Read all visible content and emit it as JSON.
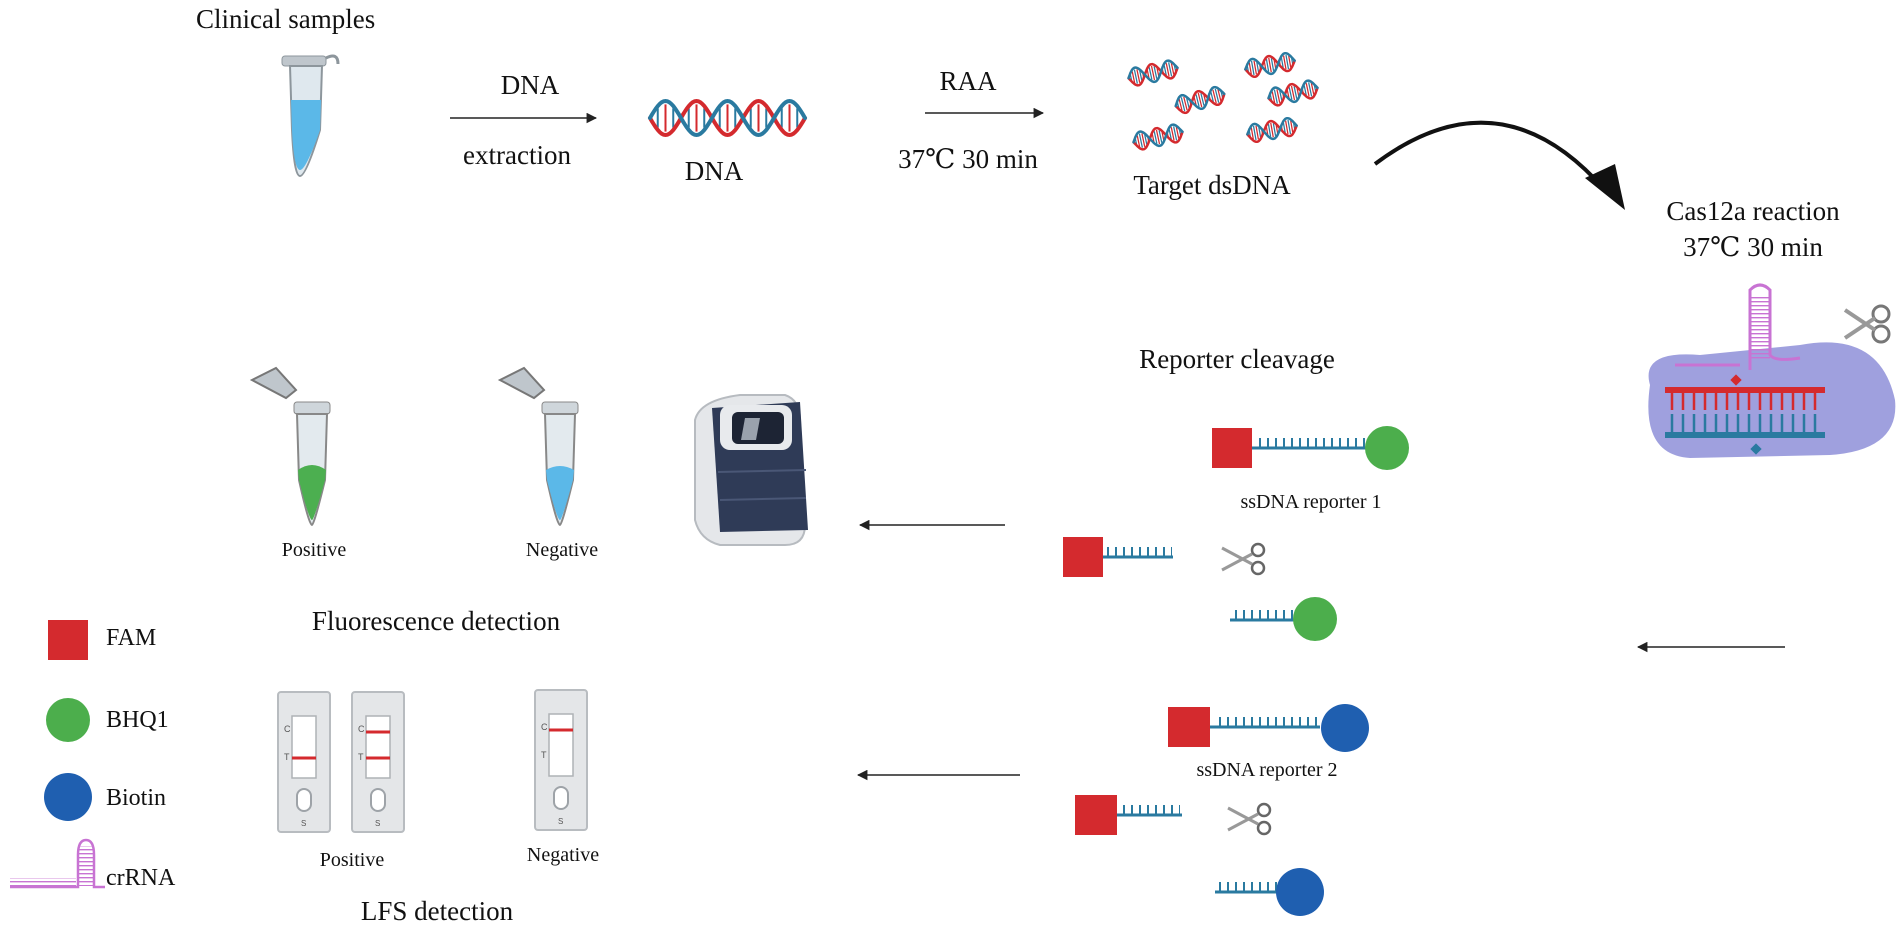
{
  "workflow": {
    "clinical_samples": "Clinical samples",
    "dna_step": "DNA",
    "extraction_step": "extraction",
    "dna_label": "DNA",
    "raa_step": "RAA",
    "raa_condition": "37℃ 30 min",
    "target_dsdna": "Target dsDNA",
    "cas12a_reaction": "Cas12a reaction",
    "cas12a_condition": "37℃ 30 min",
    "reporter_cleavage": "Reporter cleavage",
    "ssdna_reporter_1": "ssDNA reporter 1",
    "ssdna_reporter_2": "ssDNA reporter 2"
  },
  "fluorescence": {
    "positive": "Positive",
    "negative": "Negative",
    "title": "Fluorescence detection"
  },
  "lfs": {
    "positive": "Positive",
    "negative": "Negative",
    "title": "LFS detection",
    "strip_c": "C",
    "strip_t": "T",
    "strip_s": "S"
  },
  "legend": {
    "fam": "FAM",
    "bhq1": "BHQ1",
    "biotin": "Biotin",
    "crrna": "crRNA"
  },
  "colors": {
    "fam_red": "#d42a2e",
    "bhq1_green": "#4cae4c",
    "biotin_blue": "#1f5fb0",
    "strand_blue": "#2a7aa0",
    "crrna_pink": "#c873d3",
    "tube_blue": "#5bb8e8",
    "tube_green": "#4caf50",
    "protein_purple": "#8e8fd8",
    "instrument_navy": "#2f3b57"
  }
}
